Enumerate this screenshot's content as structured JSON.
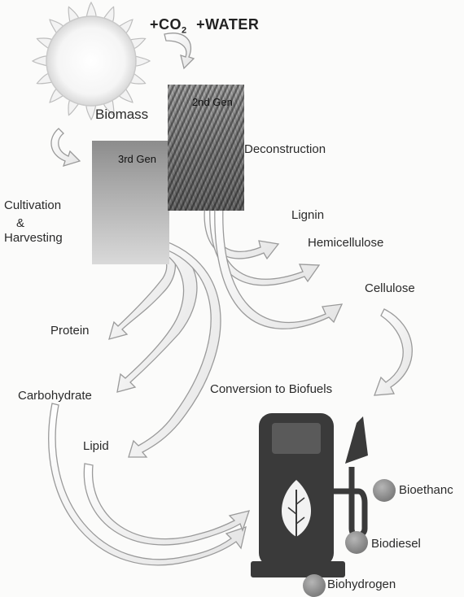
{
  "header": {
    "co2_prefix": "+CO",
    "co2_sub": "2",
    "water": "+WATER"
  },
  "labels": {
    "biomass": "Biomass",
    "gen2": "2nd Gen",
    "gen3": "3rd Gen",
    "deconstruction": "Deconstruction",
    "cultivation": "Cultivation",
    "ampersand": "&",
    "harvesting": "Harvesting",
    "lignin": "Lignin",
    "hemicellulose": "Hemicellulose",
    "cellulose": "Cellulose",
    "protein": "Protein",
    "carbohydrate": "Carbohydrate",
    "lipid": "Lipid",
    "conversion": "Conversion to Biofuels",
    "bioethanol": "Bioethanc",
    "biodiesel": "Biodiesel",
    "biohydrogen": "Biohydrogen"
  },
  "colors": {
    "arrow_fill": "#ffffff",
    "arrow_stroke": "#9a9a9a",
    "pump_body": "#3a3a3a",
    "sun_core": "#ffffff",
    "sun_ray": "#c8c8c8"
  },
  "icons": [
    "sun-icon",
    "fuel-pump-icon",
    "leaf-icon"
  ]
}
